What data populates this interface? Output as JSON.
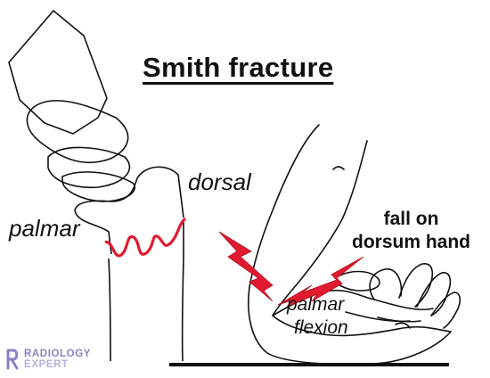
{
  "title": "Smith fracture",
  "labels": {
    "dorsal": "dorsal",
    "palmar": "palmar",
    "fall_line1": "fall on",
    "fall_line2": "dorsum hand",
    "flexion_line1": "palmar",
    "flexion_line2": "flexion"
  },
  "logo": {
    "line1": "RADIOLOGY",
    "line2": "EXPERT"
  },
  "colors": {
    "fracture": "#e01b2f",
    "impact": "#e01b2f",
    "outline": "#111111",
    "logo": "#8c7fc4"
  }
}
